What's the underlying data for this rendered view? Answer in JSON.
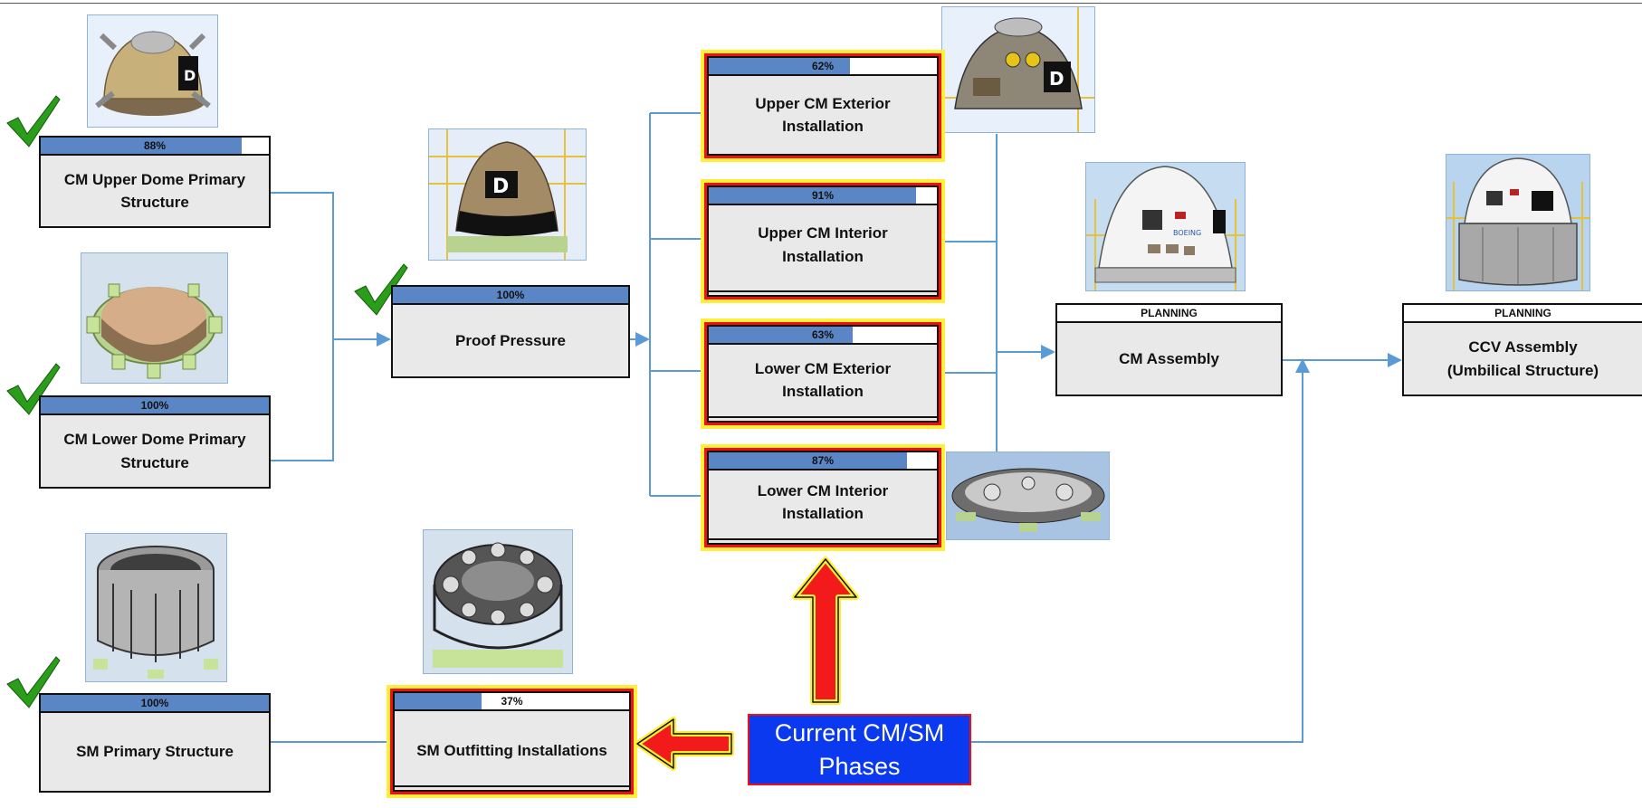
{
  "tasks": {
    "cm_upper_dome": {
      "label": "CM Upper Dome Primary Structure",
      "percent_text": "88%",
      "progress": 88
    },
    "cm_lower_dome": {
      "label": "CM Lower Dome Primary Structure",
      "percent_text": "100%",
      "progress": 100
    },
    "sm_primary": {
      "label": "SM Primary Structure",
      "percent_text": "100%",
      "progress": 100
    },
    "proof_pressure": {
      "label": "Proof Pressure",
      "percent_text": "100%",
      "progress": 100
    },
    "sm_outfitting": {
      "label": "SM Outfitting Installations",
      "percent_text": "37%",
      "progress": 37
    },
    "upper_cm_exterior": {
      "label": "Upper CM Exterior Installation",
      "percent_text": "62%",
      "progress": 62
    },
    "upper_cm_interior": {
      "label": "Upper CM Interior Installation",
      "percent_text": "91%",
      "progress": 91
    },
    "lower_cm_exterior": {
      "label": "Lower CM Exterior Installation",
      "percent_text": "63%",
      "progress": 63
    },
    "lower_cm_interior": {
      "label": "Lower CM Interior Installation",
      "percent_text": "87%",
      "progress": 87
    },
    "cm_assembly": {
      "label": "CM Assembly",
      "status": "PLANNING"
    },
    "ccv_assembly": {
      "label": "CCV Assembly (Umbilical Structure)",
      "status": "PLANNING"
    }
  },
  "callout": {
    "text": "Current CM/SM\nPhases"
  },
  "colors": {
    "progress_fill": "#5b86c5",
    "connector": "#5b9bd5",
    "current_outline": "#ee1111",
    "current_glow": "#ffef3a",
    "callout_bg": "#0b39f0",
    "check": "#2a9d1a"
  },
  "icons": {
    "complete": "check-mark-icon",
    "current_pointer": "red-arrow-icon"
  }
}
